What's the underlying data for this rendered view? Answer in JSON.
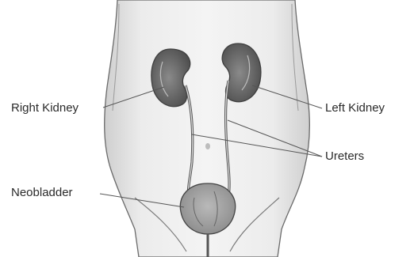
{
  "labels": {
    "right_kidney": "Right Kidney",
    "left_kidney": "Left Kidney",
    "ureters": "Ureters",
    "neobladder": "Neobladder"
  },
  "colors": {
    "skin": "#e9e9e9",
    "skin_shadow": "#d2d2d2",
    "outline": "#5a5a5a",
    "kidney_fill": "#6e6e6e",
    "kidney_highlight": "#bdbdbd",
    "leader_line": "#555555"
  }
}
